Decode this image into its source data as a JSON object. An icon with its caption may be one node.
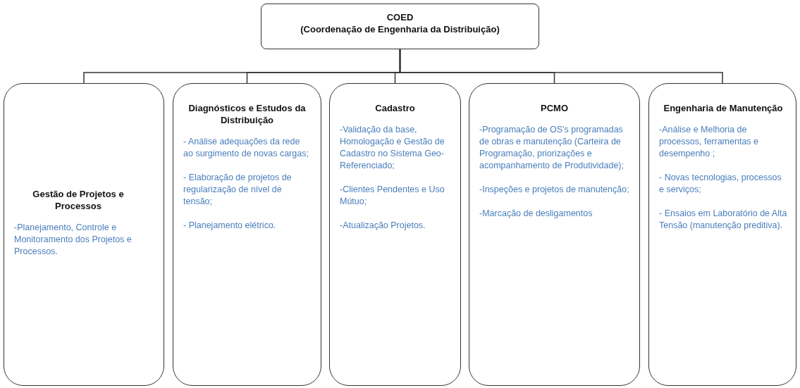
{
  "diagram": {
    "nodes": [
      {
        "text": [
          "COED",
          "(Coordenação de Engenharia da Distribuição)"
        ]
      },
      {
        "text": [
          "Gestão de Projetos e Processos",
          "-Planejamento, Controle e Monitoramento dos Projetos e Processos."
        ]
      },
      {
        "text": [
          "Diagnósticos e Estudos da Distribuição",
          "- Análise adequações da rede ao surgimento de novas cargas;",
          "- Elaboração de projetos de regularização de nível de tensão;",
          "- Planejamento elétrico."
        ]
      },
      {
        "text": [
          "Cadastro",
          "-Validação da base, Homologação e Gestão de Cadastro no Sistema Geo-Referenciado;",
          "-Clientes Pendentes e Uso Mútuo;",
          "-Atualização Projetos."
        ]
      },
      {
        "text": [
          "PCMO",
          "-Programação de OS's programadas de obras e manutenção (Carteira de Programação, priorizações e acompanhamento de Produtividade);",
          "-Inspeções e projetos de manutenção;",
          "-Marcação de desligamentos"
        ]
      },
      {
        "text": [
          "Engenharia de Manutenção",
          "-Análise e Melhoria de processos, ferramentas e desempenho ;",
          "- Novas tecnologias, processos e serviços;",
          "- Ensaios em Laboratório de Alta Tensão (manutenção preditiva)."
        ]
      }
    ],
    "edges": [
      {
        "from": 0,
        "to": 1,
        "arrow": "none"
      },
      {
        "from": 0,
        "to": 2,
        "arrow": "none"
      },
      {
        "from": 0,
        "to": 3,
        "arrow": "none"
      },
      {
        "from": 0,
        "to": 4,
        "arrow": "none"
      },
      {
        "from": 0,
        "to": 5,
        "arrow": "none"
      }
    ]
  }
}
